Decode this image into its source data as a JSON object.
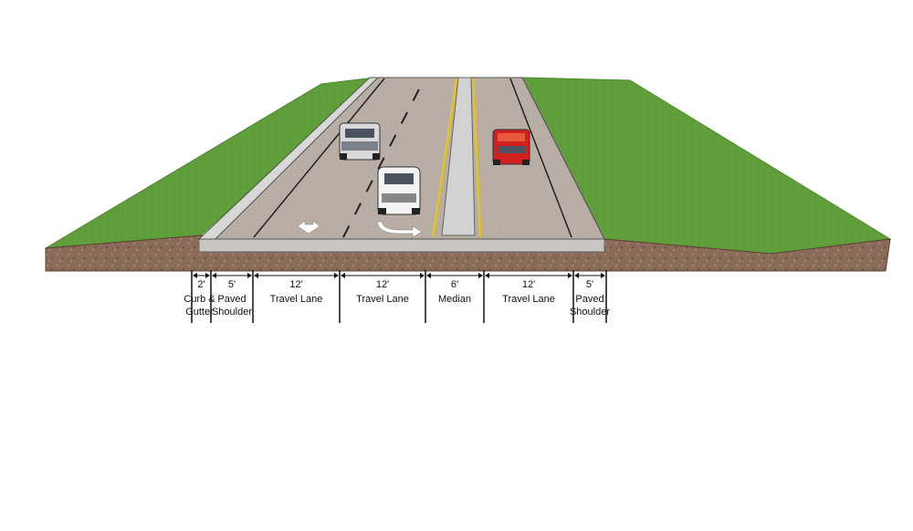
{
  "title": "",
  "colors": {
    "grass": "#5f9e3b",
    "grass_edge": "#4f8a30",
    "soil": "#8a6a58",
    "pavement": "#b8aea6",
    "sidewalk": "#cfcfcf",
    "yellow_line": "#e6c51a",
    "white_line": "#ffffff",
    "car_silver": "#d9d9d9",
    "car_white": "#f4f4f4",
    "car_red": "#d21f1f"
  },
  "icons": [
    "grass",
    "soil",
    "pickup-truck-icon",
    "suv-icon",
    "red-pickup-icon",
    "arrow-straight-icon",
    "arrow-right-turn-icon"
  ],
  "sections": [
    {
      "width": "2'",
      "label": "Curb & Gutter"
    },
    {
      "width": "5'",
      "label": "Paved Shoulder"
    },
    {
      "width": "12'",
      "label": "Travel Lane"
    },
    {
      "width": "12'",
      "label": "Travel Lane"
    },
    {
      "width": "6'",
      "label": "Median"
    },
    {
      "width": "12'",
      "label": "Travel Lane"
    },
    {
      "width": "5'",
      "label": "Paved Shoulder"
    }
  ]
}
